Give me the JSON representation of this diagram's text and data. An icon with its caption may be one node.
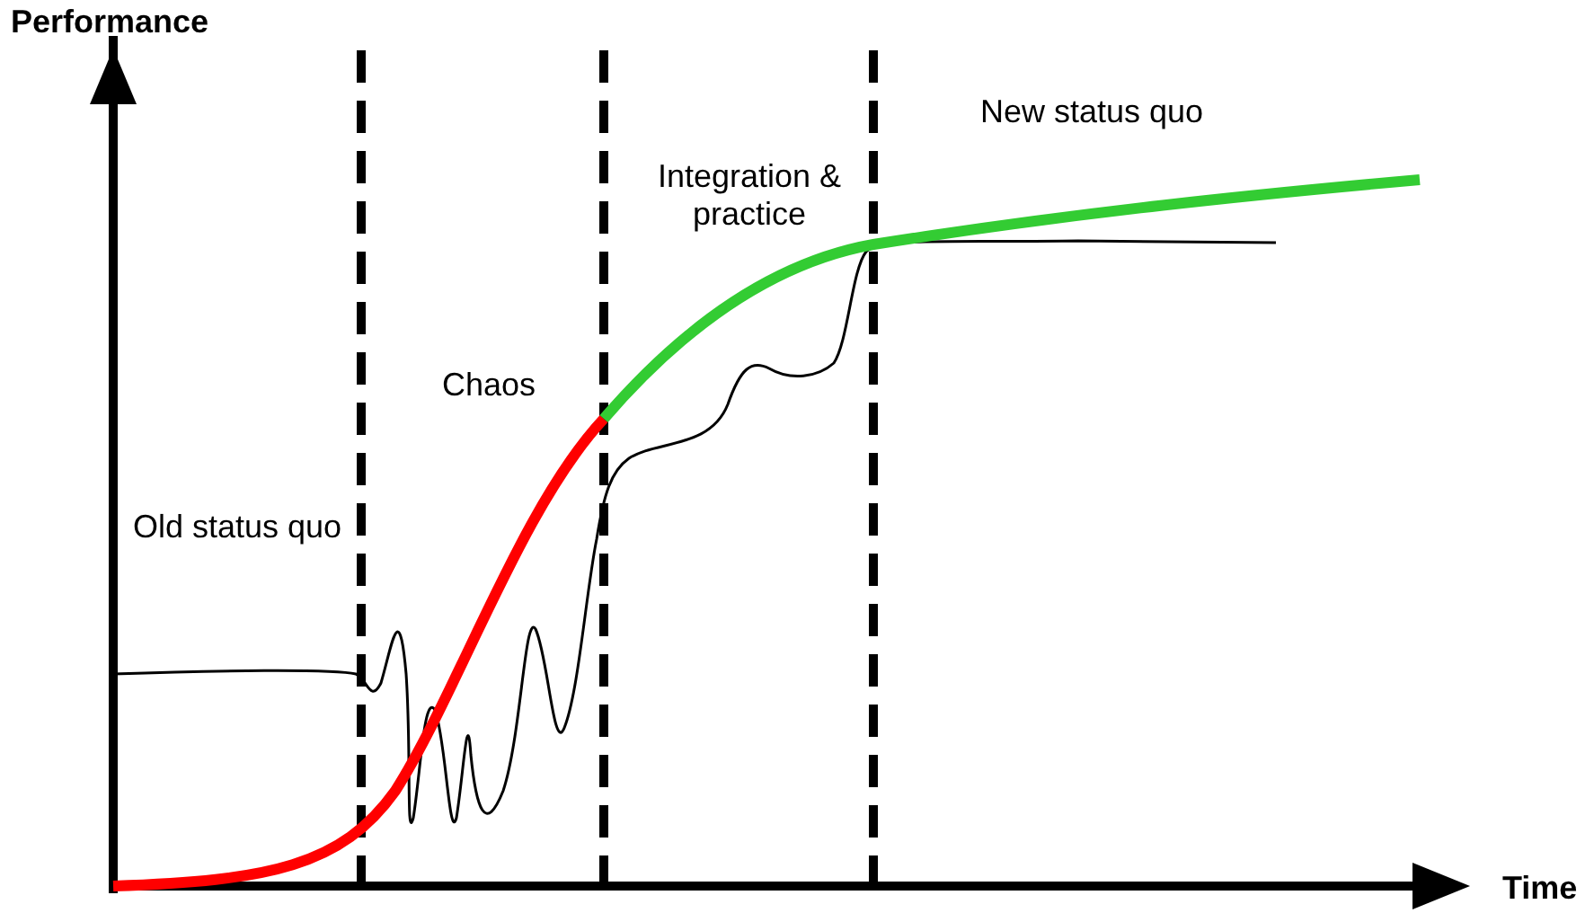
{
  "diagram": {
    "labels": [
      "Performance",
      "Old status quo",
      "Chaos",
      "Integration & practice",
      "New status quo",
      "Time"
    ]
  }
}
